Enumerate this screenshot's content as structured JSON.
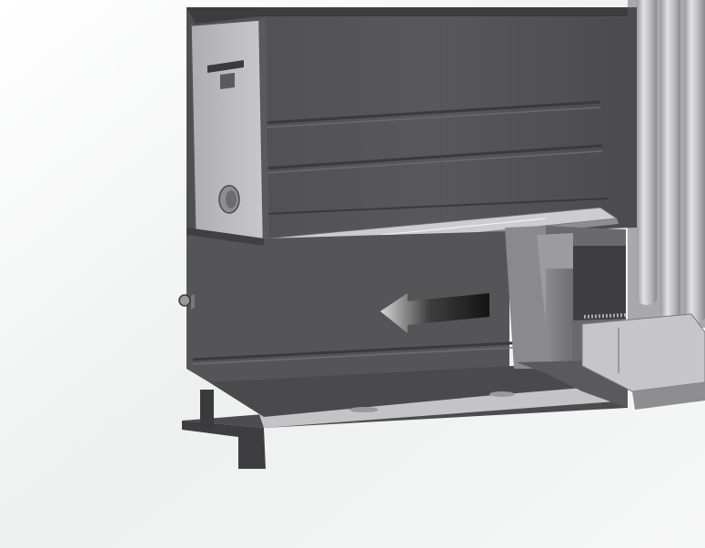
{
  "diagram": {
    "kind": "cad-cutaway-illustration",
    "annotation": {
      "type": "arrow",
      "direction": "left",
      "style": "gradient"
    },
    "colors": {
      "background_light": "#f4f5f5",
      "chamber_dark": "#4a4a4c",
      "chamber_mid": "#575759",
      "panel_light": "#bdbdbf",
      "arrow_dark": "#1a1a1a",
      "arrow_light": "#d0d0d0"
    }
  }
}
